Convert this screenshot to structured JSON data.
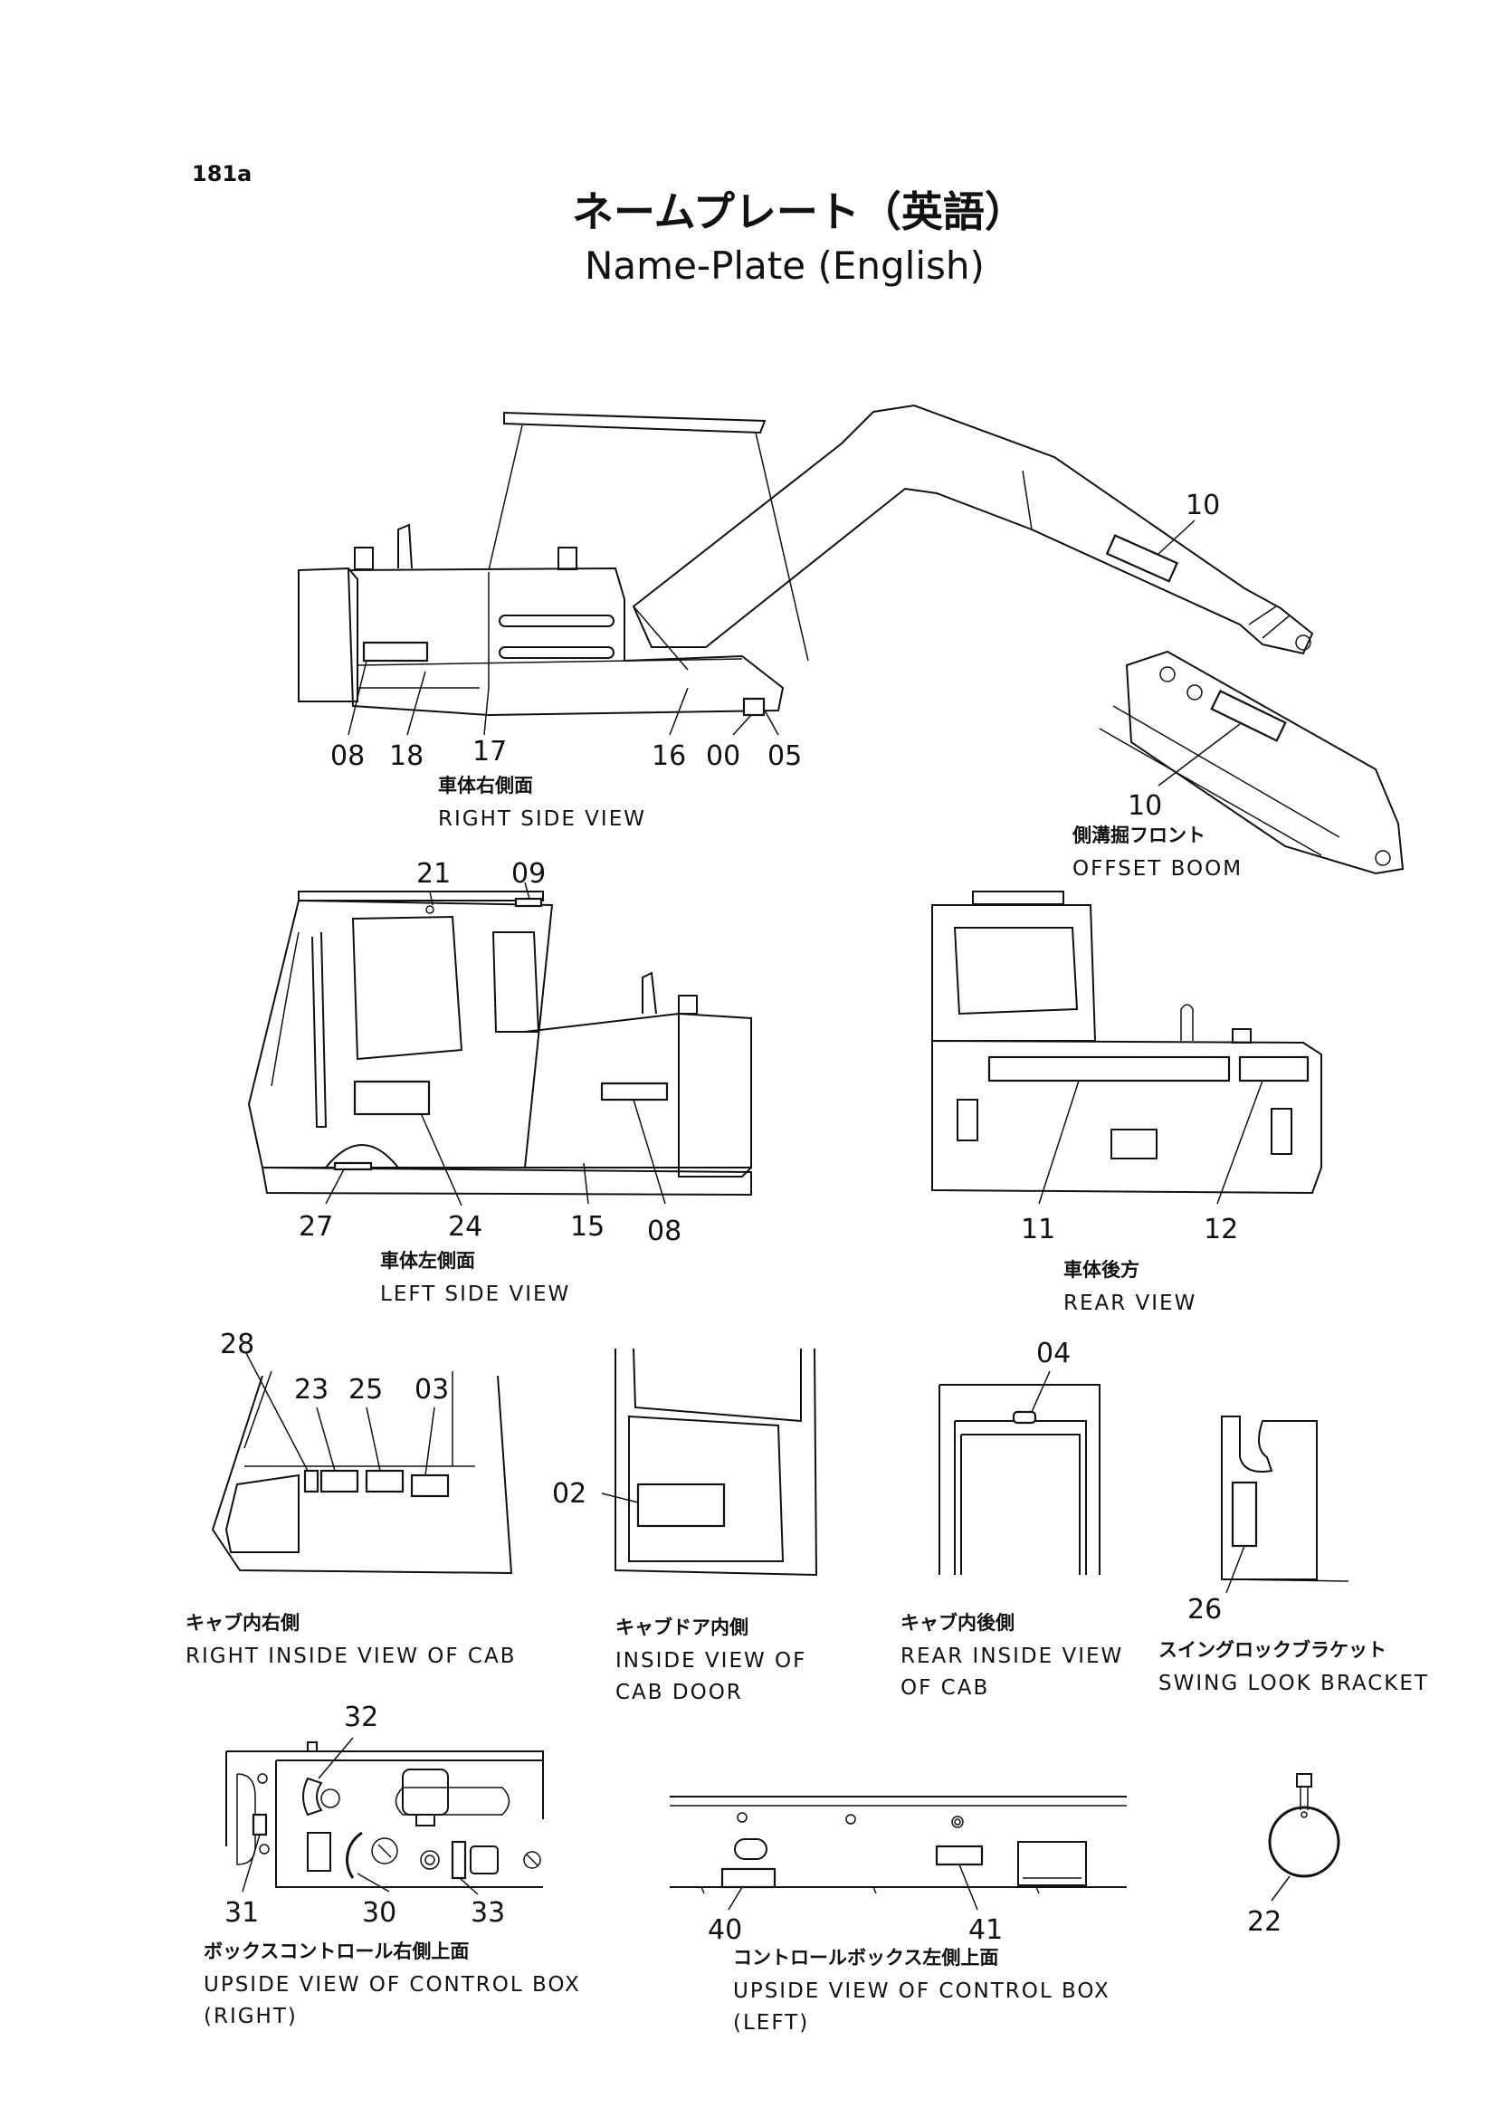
{
  "page": {
    "number": "181a",
    "title_jp": "ネームプレート（英語）",
    "title_en": "Name-Plate (English)"
  },
  "views": {
    "right_side": {
      "caption_jp": "車体右側面",
      "caption_en": "RIGHT  SIDE  VIEW",
      "callouts": [
        "08",
        "18",
        "17",
        "16",
        "00",
        "05",
        "10"
      ]
    },
    "offset_boom": {
      "caption_jp": "側溝掘フロント",
      "caption_en": "OFFSET  BOOM",
      "callouts": [
        "10"
      ]
    },
    "left_side": {
      "caption_jp": "車体左側面",
      "caption_en": "LEFT  SIDE  VIEW",
      "callouts": [
        "21",
        "09",
        "27",
        "24",
        "15",
        "08"
      ]
    },
    "rear": {
      "caption_jp": "車体後方",
      "caption_en": "REAR  VIEW",
      "callouts": [
        "11",
        "12"
      ]
    },
    "cab_right_inside": {
      "caption_jp": "キャブ内右側",
      "caption_en": "RIGHT  INSIDE  VIEW  OF  CAB",
      "callouts": [
        "28",
        "23",
        "25",
        "03"
      ]
    },
    "cab_door_inside": {
      "caption_jp": "キャブドア内側",
      "caption_en_1": "INSIDE  VIEW  OF",
      "caption_en_2": "CAB  DOOR",
      "callouts": [
        "02"
      ]
    },
    "cab_rear_inside": {
      "caption_jp": "キャブ内後側",
      "caption_en_1": "REAR  INSIDE  VIEW",
      "caption_en_2": "OF  CAB",
      "callouts": [
        "04"
      ]
    },
    "swing_lock": {
      "caption_jp": "スイングロックブラケット",
      "caption_en": "SWING  LOOK  BRACKET",
      "callouts": [
        "26"
      ]
    },
    "control_box_right": {
      "caption_jp": "ボックスコントロール右側上面",
      "caption_en_1": "UPSIDE  VIEW  OF  CONTROL  BOX",
      "caption_en_2": "(RIGHT)",
      "callouts": [
        "32",
        "31",
        "30",
        "33"
      ]
    },
    "control_box_left": {
      "caption_jp": "コントロールボックス左側上面",
      "caption_en_1": "UPSIDE  VIEW  OF  CONTROL  BOX",
      "caption_en_2": "(LEFT)",
      "callouts": [
        "40",
        "41"
      ]
    },
    "tag": {
      "callouts": [
        "22"
      ]
    }
  }
}
